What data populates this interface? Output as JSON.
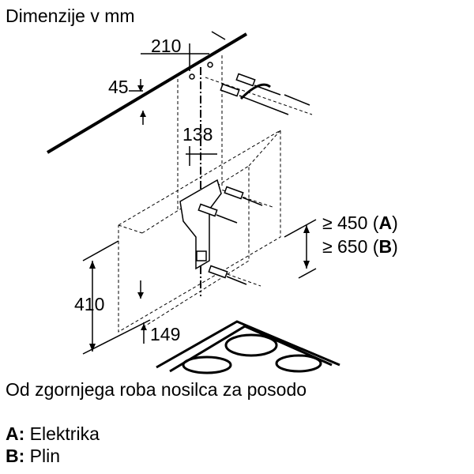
{
  "header": {
    "title": "Dimenzije v mm"
  },
  "dimensions": {
    "top_width": "210",
    "ceiling_offset": "45",
    "bracket_width": "138",
    "lower_height": "410",
    "bottom_offset": "149",
    "min_height_electric": "≥ 450 (",
    "min_height_electric_key": "A",
    "min_height_gas": "≥ 650 (",
    "min_height_gas_key": "B",
    "close_paren": ")"
  },
  "caption": "Od zgornjega roba nosilca za posodo",
  "legend": [
    {
      "key": "A:",
      "label": "Elektrika"
    },
    {
      "key": "B:",
      "label": "Plin"
    }
  ]
}
